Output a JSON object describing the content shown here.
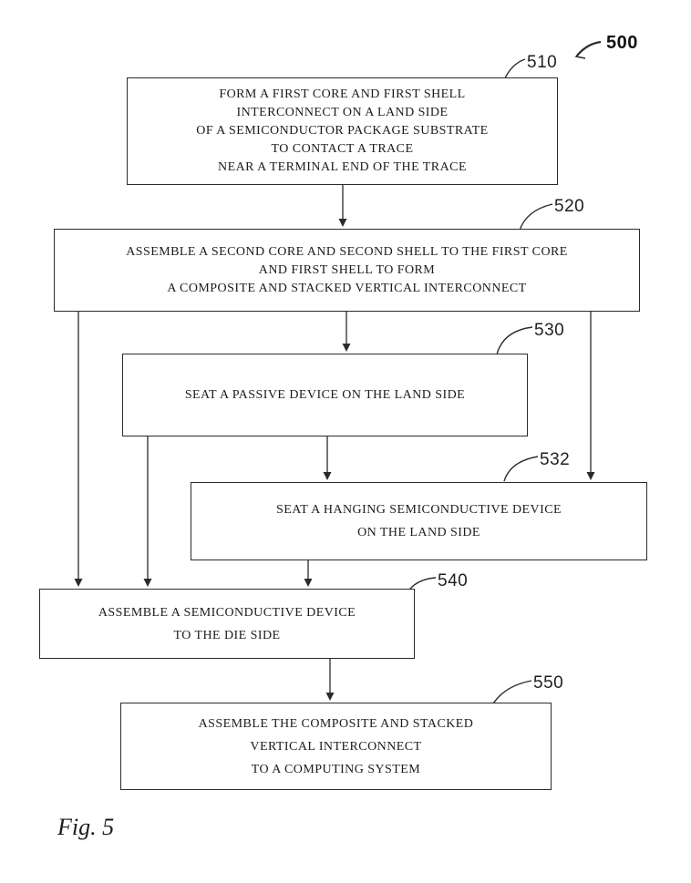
{
  "figure": {
    "number_label": "500",
    "caption": "Fig. 5"
  },
  "colors": {
    "ink": "#1c1c1c",
    "line": "#2b2b2b",
    "background": "#ffffff"
  },
  "flowchart": {
    "boxes": [
      {
        "ref": "510",
        "lines": [
          "FORM A FIRST CORE AND FIRST SHELL",
          "INTERCONNECT ON A LAND SIDE",
          "OF A SEMICONDUCTOR PACKAGE SUBSTRATE",
          "TO CONTACT A TRACE",
          "NEAR A TERMINAL END OF THE TRACE"
        ]
      },
      {
        "ref": "520",
        "lines": [
          "ASSEMBLE A SECOND CORE AND SECOND SHELL TO THE FIRST CORE",
          "AND FIRST SHELL TO FORM",
          "A COMPOSITE AND STACKED VERTICAL INTERCONNECT"
        ]
      },
      {
        "ref": "530",
        "lines": [
          "SEAT A PASSIVE DEVICE ON THE LAND SIDE"
        ]
      },
      {
        "ref": "532",
        "lines": [
          "SEAT A HANGING SEMICONDUCTIVE DEVICE",
          "ON THE LAND SIDE"
        ]
      },
      {
        "ref": "540",
        "lines": [
          "ASSEMBLE A SEMICONDUCTIVE DEVICE",
          "TO THE DIE SIDE"
        ]
      },
      {
        "ref": "550",
        "lines": [
          "ASSEMBLE THE COMPOSITE AND STACKED",
          "VERTICAL INTERCONNECT",
          "TO A COMPUTING SYSTEM"
        ]
      }
    ]
  }
}
